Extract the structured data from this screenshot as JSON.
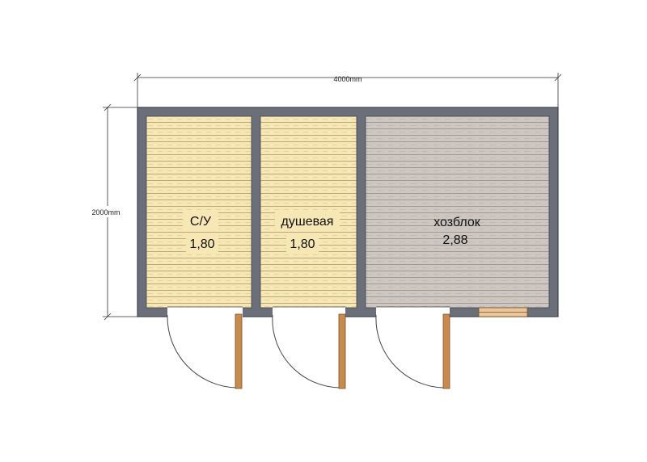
{
  "dimensions": {
    "width_label": "4000mm",
    "height_label": "2000mm"
  },
  "rooms": [
    {
      "name": "С/У",
      "area": "1,80"
    },
    {
      "name": "душевая",
      "area": "1,80"
    },
    {
      "name": "хозблок",
      "area": "2,88"
    }
  ],
  "colors": {
    "wall": "#6b6f7a",
    "wall_outline": "#3e4049",
    "floor_light": "#f6e7b4",
    "floor_line_light": "#b9aa7c",
    "floor_storage": "#cdc6c1",
    "floor_line_storage": "#9c948f",
    "door_leaf": "#c98a4f",
    "door_arc": "#444444"
  }
}
